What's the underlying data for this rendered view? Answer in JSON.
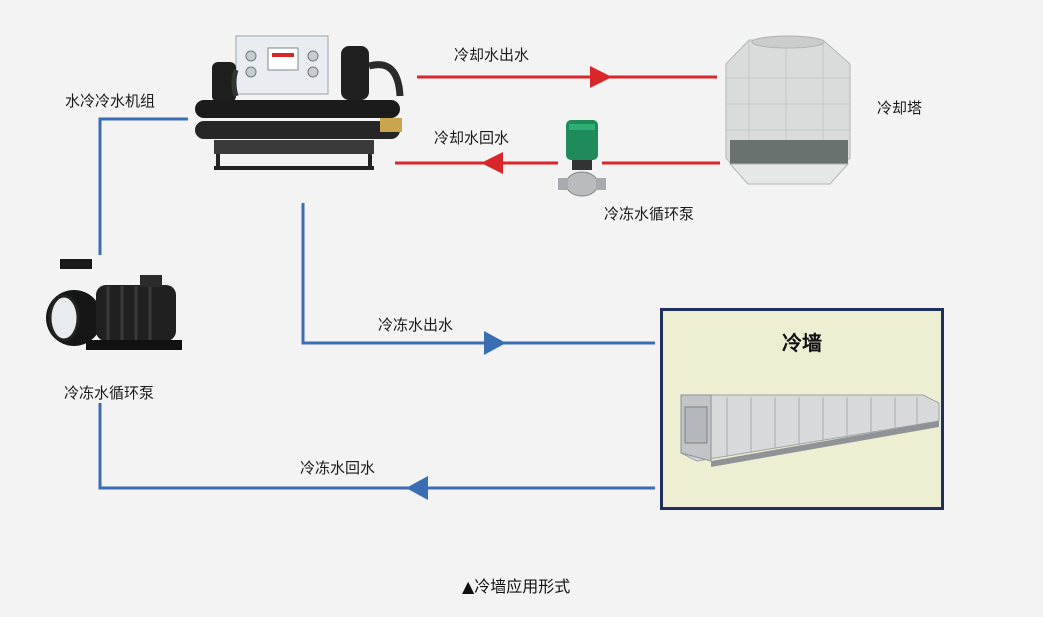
{
  "labels": {
    "chiller_unit": "水冷冷水机组",
    "cooling_water_out": "冷却水出水",
    "cooling_water_return": "冷却水回水",
    "cooling_tower": "冷却塔",
    "pump_cooling_side": "冷冻水循环泵",
    "chilled_water_out": "冷冻水出水",
    "chilled_water_return": "冷冻水回水",
    "pump_chilled_side": "冷冻水循环泵",
    "cold_wall": "冷墙"
  },
  "caption": "▲冷墙应用形式",
  "colors": {
    "cooling_pipe": "#d9262b",
    "chilled_pipe": "#3b6db3",
    "box_border": "#1f2f5e",
    "box_fill": "#eeeed2",
    "background": "#f3f3f3"
  },
  "icons": [
    "chiller-unit-icon",
    "cooling-tower-icon",
    "inline-pump-icon",
    "centrifugal-pump-icon",
    "cold-wall-unit-icon"
  ]
}
